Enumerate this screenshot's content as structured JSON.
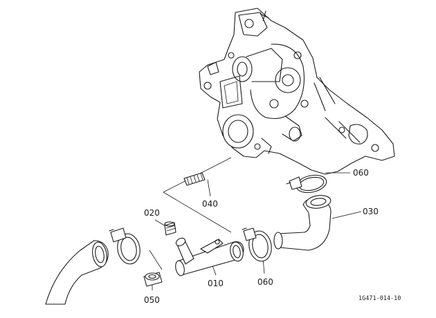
{
  "labels": {
    "p010": "010",
    "p020": "020",
    "p030": "030",
    "p040": "040",
    "p050": "050",
    "p060a": "060",
    "p060b": "060"
  },
  "reference": "1G471-014-10"
}
